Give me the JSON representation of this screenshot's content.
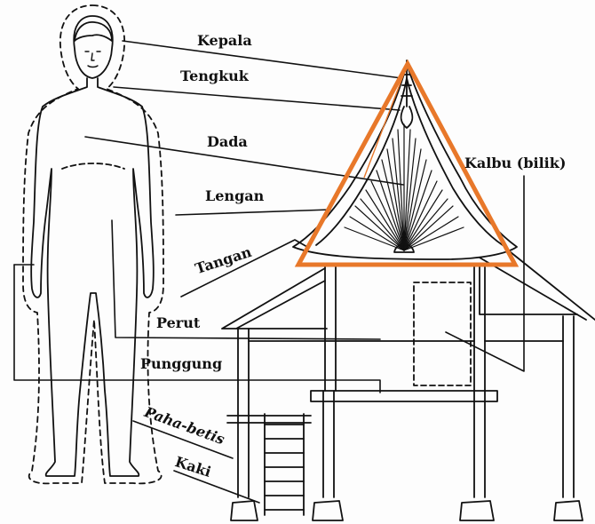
{
  "labels": {
    "kepala": "Kepala",
    "tengkuk": "Tengkuk",
    "dada": "Dada",
    "lengan": "Lengan",
    "tangan": "Tangan",
    "perut": "Perut",
    "punggung": "Punggung",
    "paha_betis": "Paha-betis",
    "kaki": "Kaki",
    "kalbu": "Kalbu (bilik)"
  },
  "colors": {
    "ink": "#111111",
    "highlight": "#e8782a"
  }
}
